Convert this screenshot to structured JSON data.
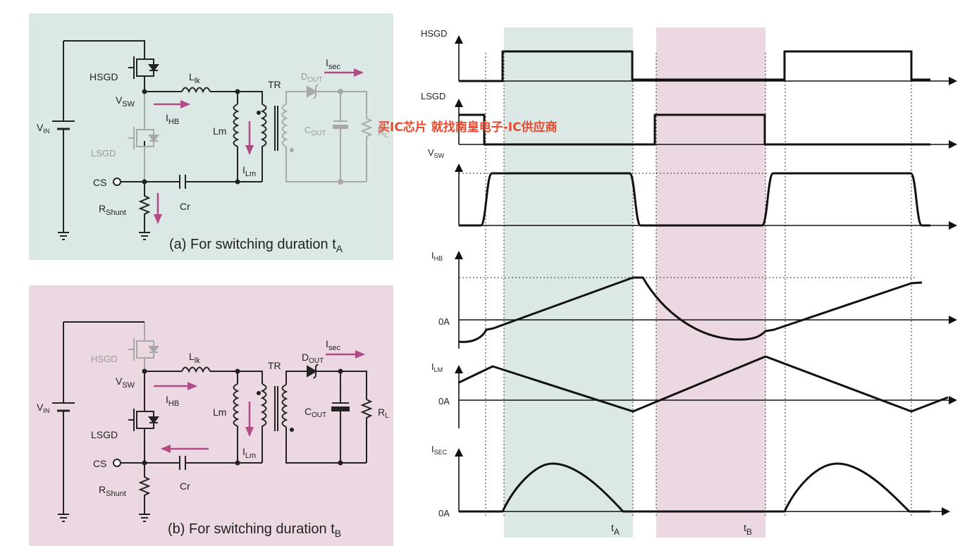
{
  "panel_a": {
    "caption": "(a) For switching duration t",
    "caption_sub": "A",
    "vin": "V",
    "vin_sub": "IN",
    "hsgd": "HSGD",
    "lsgd": "LSGD",
    "vsw": "V",
    "vsw_sub": "SW",
    "llk": "L",
    "llk_sub": "lk",
    "tr": "TR",
    "dout": "D",
    "dout_sub": "OUT",
    "isec": "I",
    "isec_sub": "sec",
    "ihb": "I",
    "ihb_sub": "HB",
    "lm": "Lm",
    "ilm": "I",
    "ilm_sub": "Lm",
    "cout": "C",
    "cout_sub": "OUT",
    "rl": "R",
    "rl_sub": "L",
    "cs": "CS",
    "rshunt": "R",
    "rshunt_sub": "Shunt",
    "cr": "Cr"
  },
  "panel_b": {
    "caption": "(b) For switching duration t",
    "caption_sub": "B",
    "vin": "V",
    "vin_sub": "IN",
    "hsgd": "HSGD",
    "lsgd": "LSGD",
    "vsw": "V",
    "vsw_sub": "SW",
    "llk": "L",
    "llk_sub": "lk",
    "tr": "TR",
    "dout": "D",
    "dout_sub": "OUT",
    "isec": "I",
    "isec_sub": "sec",
    "ihb": "I",
    "ihb_sub": "HB",
    "lm": "Lm",
    "ilm": "I",
    "ilm_sub": "Lm",
    "cout": "C",
    "cout_sub": "OUT",
    "rl": "R",
    "rl_sub": "L",
    "cs": "CS",
    "rshunt": "R",
    "rshunt_sub": "Shunt",
    "cr": "Cr"
  },
  "waveforms": {
    "hsgd": "HSGD",
    "lsgd": "LSGD",
    "vsw": "V",
    "vsw_sub": "SW",
    "ihb": "I",
    "ihb_sub": "HB",
    "ilm": "I",
    "ilm_sub": "LM",
    "isec": "I",
    "isec_sub": "SEC",
    "zero_ihb": "0A",
    "zero_ilm": "0A",
    "zero_isec": "0A",
    "ta": "t",
    "ta_sub": "A",
    "tb": "t",
    "tb_sub": "B"
  },
  "watermark": "买IC芯片 就找南皇电子-IC供应商",
  "colors": {
    "panel_a_bg": "#dce8e5",
    "panel_b_bg": "#ecd8e2",
    "arrow": "#b24a86",
    "gray": "#a8a8a8",
    "watermark": "#e8492f"
  }
}
